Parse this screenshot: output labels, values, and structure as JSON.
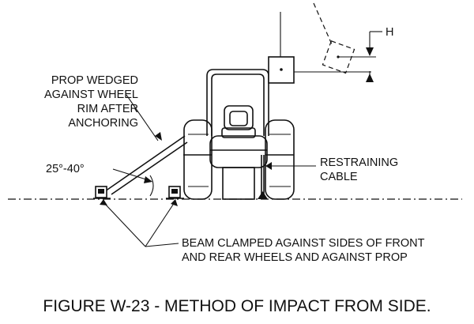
{
  "labels": {
    "prop": [
      "PROP WEDGED",
      "AGAINST WHEEL",
      "RIM AFTER",
      "ANCHORING"
    ],
    "angle": "25°-40°",
    "restraint": [
      "RESTRAINING",
      "CABLE"
    ],
    "beam": [
      "BEAM CLAMPED AGAINST SIDES OF FRONT",
      "AND REAR WHEELS AND AGAINST PROP"
    ],
    "height_marker": "H"
  },
  "caption": "FIGURE W-23 - METHOD OF IMPACT FROM SIDE."
}
